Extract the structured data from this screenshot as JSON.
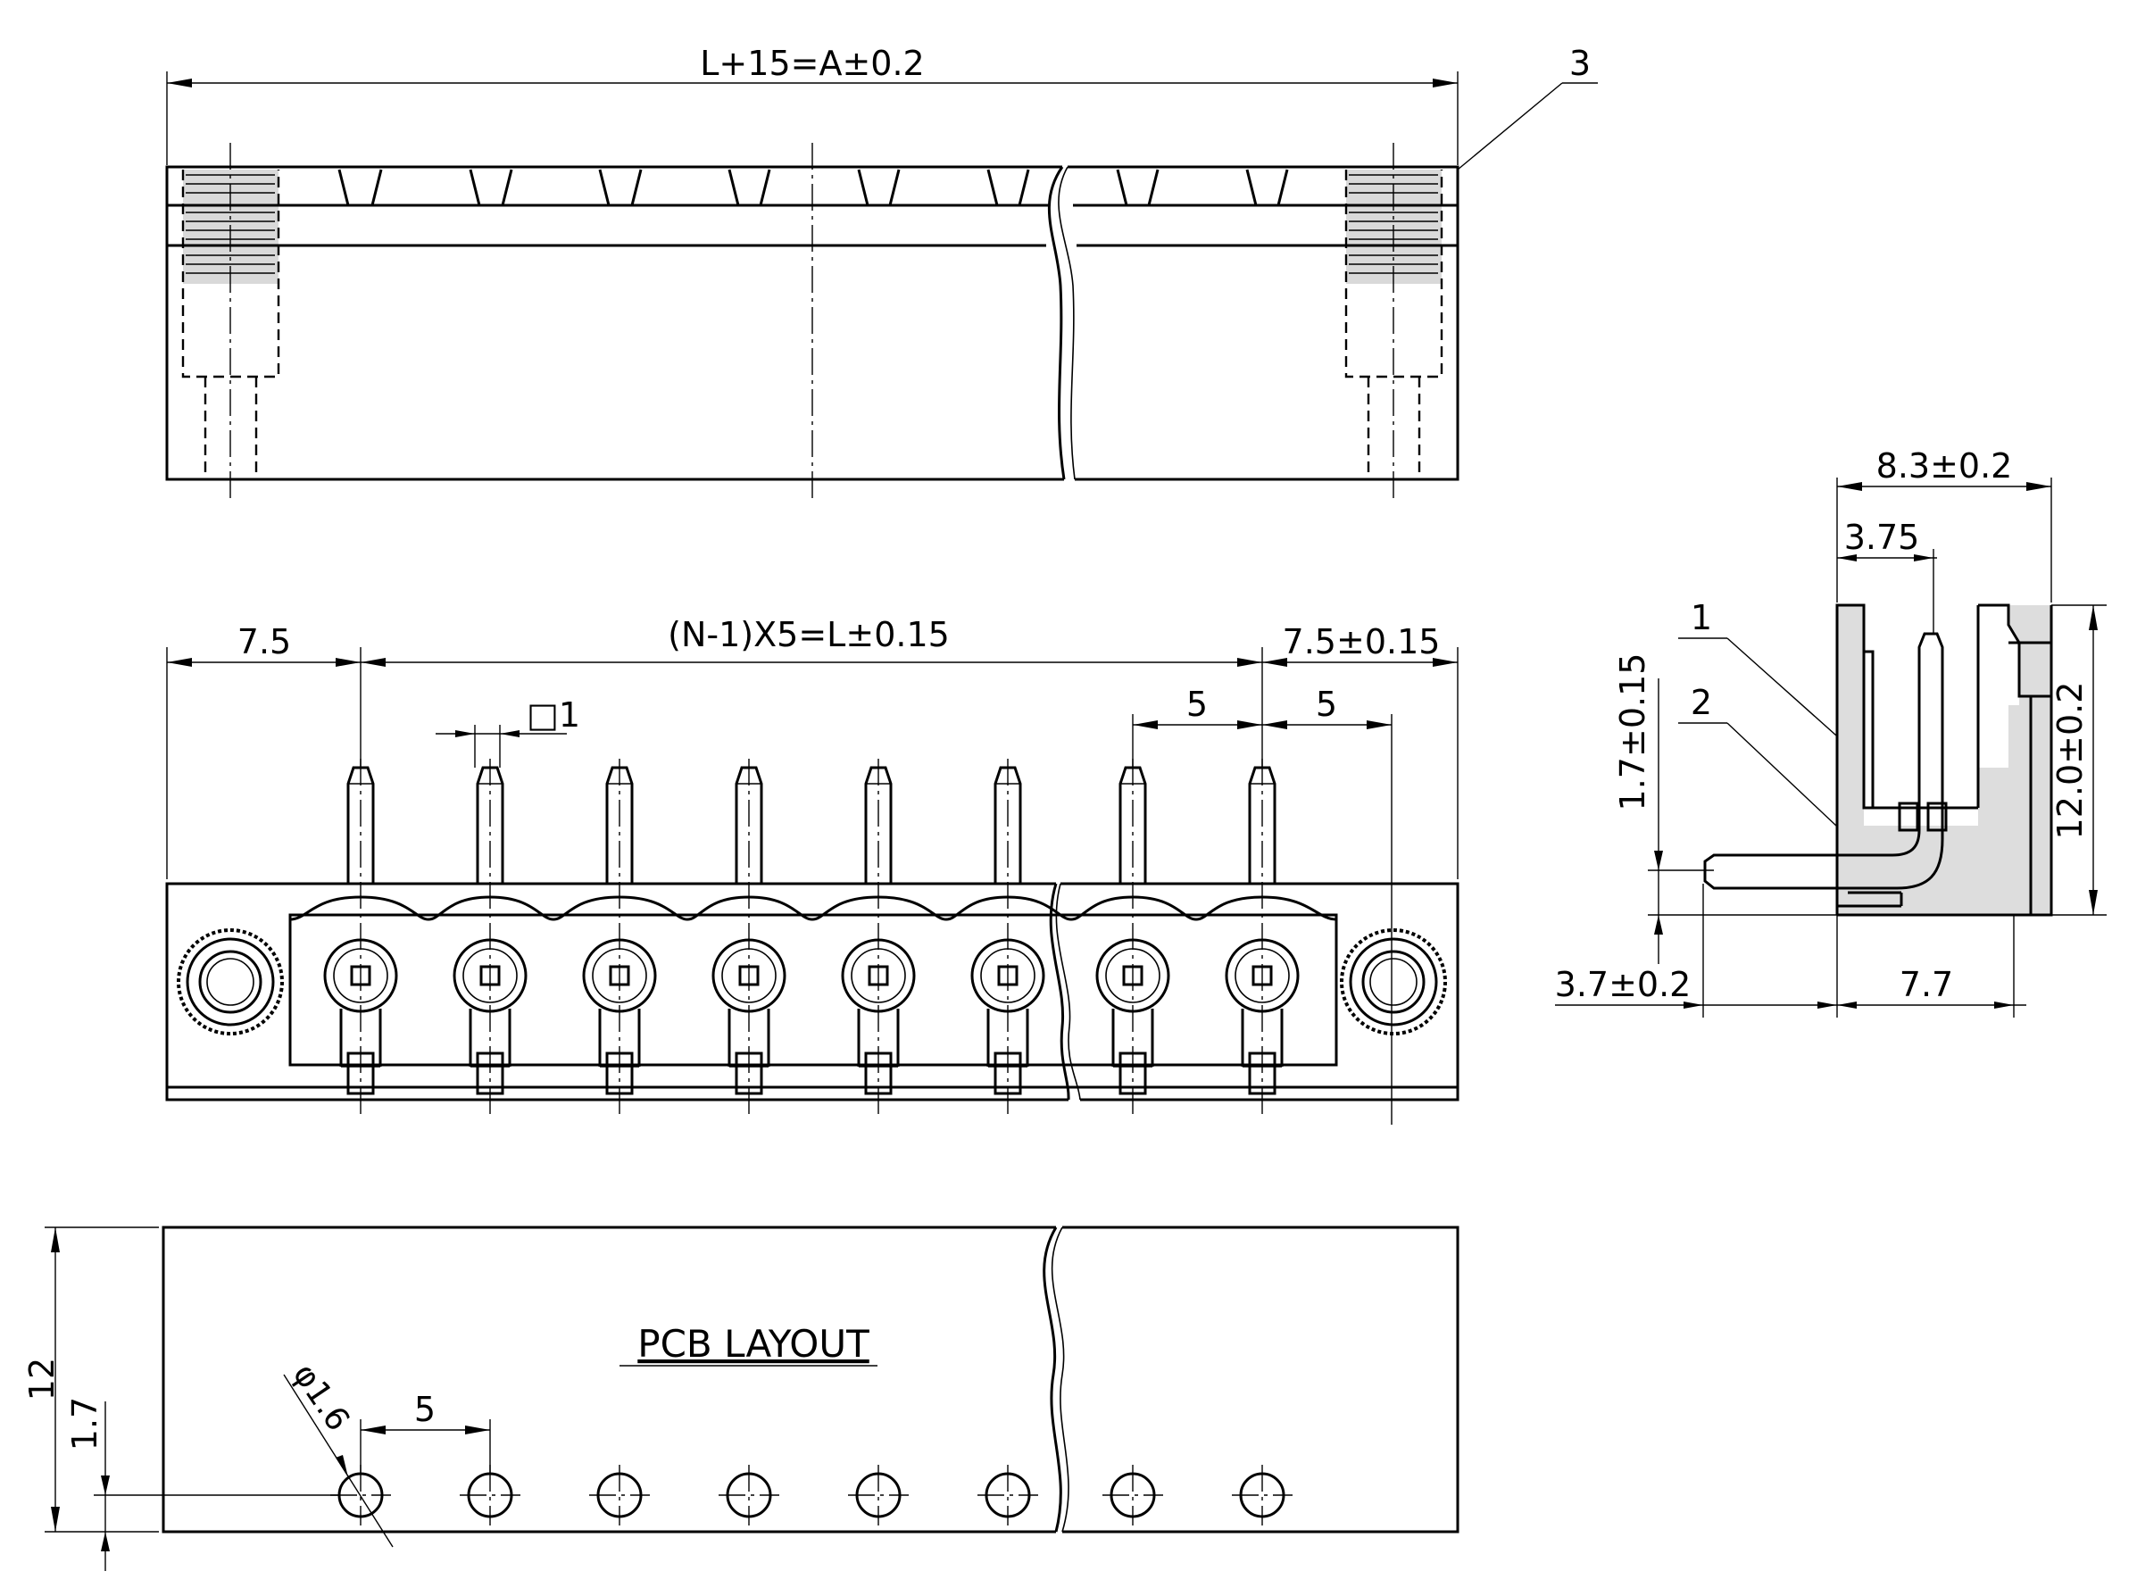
{
  "views": {
    "top": {
      "overall_dim": "L+15=A±0.2",
      "callout": "3"
    },
    "front": {
      "left_margin": "7.5",
      "pitch_total": "(N-1)X5=L±0.15",
      "right_margin": "7.5±0.15",
      "pin_size": "□1",
      "pitch_a": "5",
      "pitch_b": "5",
      "pin_count_shown": 8
    },
    "side": {
      "width": "8.3±0.2",
      "offset": "3.75",
      "callout_1": "1",
      "callout_2": "2",
      "pin_height": "1.7±0.15",
      "height": "12.0±0.2",
      "pin_protrusion": "3.7±0.2",
      "base_depth": "7.7"
    },
    "pcb": {
      "title": "PCB  LAYOUT",
      "hole_dia": "φ1.6",
      "pitch": "5",
      "height": "12",
      "hole_offset": "1.7",
      "hole_count_shown": 8
    }
  }
}
